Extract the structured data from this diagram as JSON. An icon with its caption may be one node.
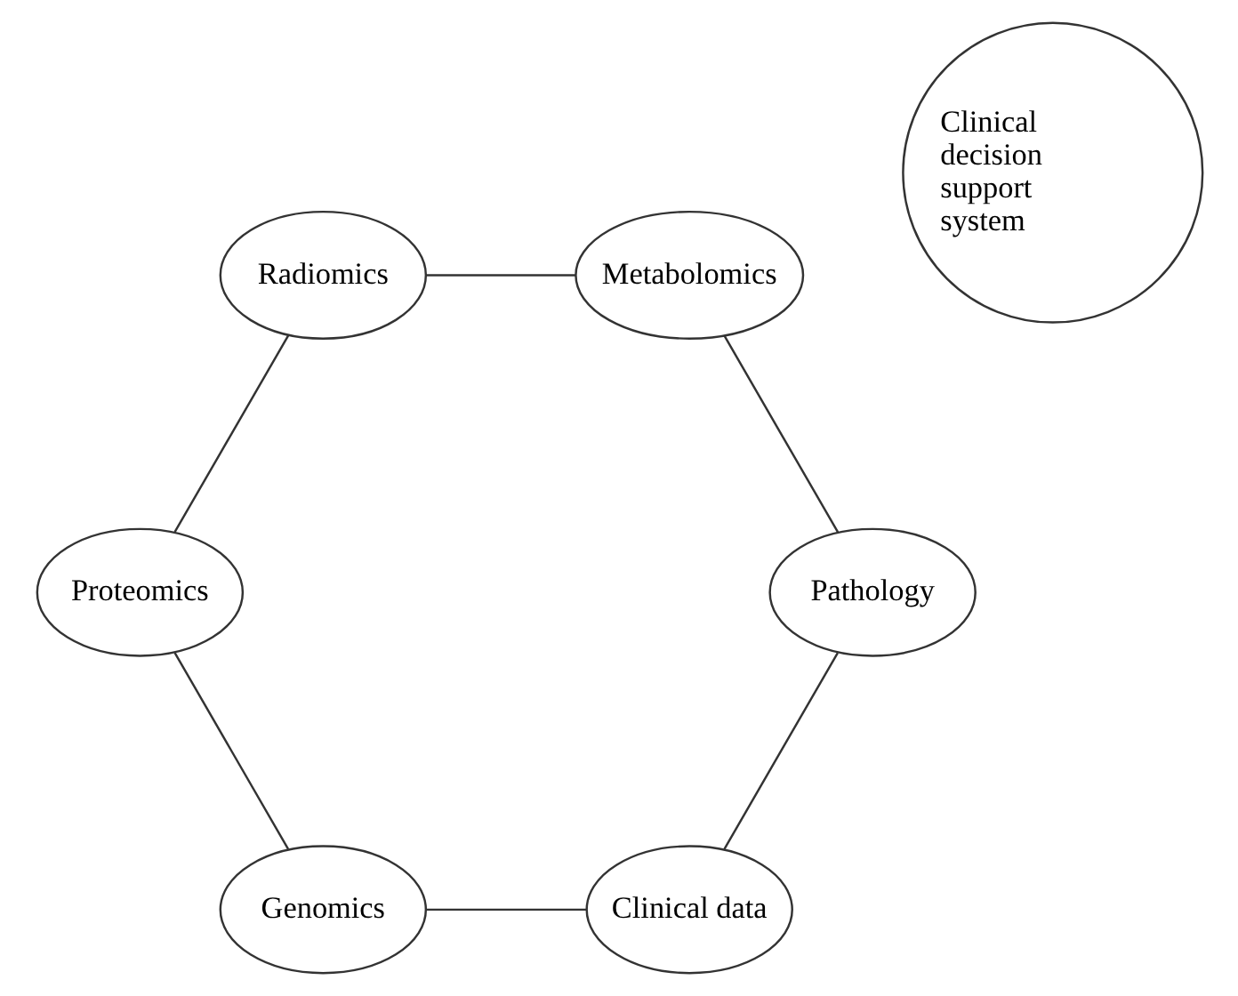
{
  "diagram": {
    "nodes": [
      {
        "text": [
          "Clinical data"
        ]
      },
      {
        "text": [
          "Pathology"
        ]
      },
      {
        "text": [
          "Genomics"
        ]
      },
      {
        "text": [
          "Metabolomics"
        ]
      },
      {
        "text": [
          "Proteomics"
        ]
      },
      {
        "text": [
          "Clinical decision support system"
        ]
      },
      {
        "text": [
          "Radiomics"
        ]
      }
    ],
    "edges": [
      {
        "from": 0,
        "to": 2,
        "arrow": "none"
      },
      {
        "from": 2,
        "to": 4,
        "arrow": "none"
      },
      {
        "from": 4,
        "to": 6,
        "arrow": "none"
      },
      {
        "from": 6,
        "to": 3,
        "arrow": "none"
      },
      {
        "from": 3,
        "to": 1,
        "arrow": "none"
      },
      {
        "from": 1,
        "to": 0,
        "arrow": "none"
      }
    ]
  }
}
